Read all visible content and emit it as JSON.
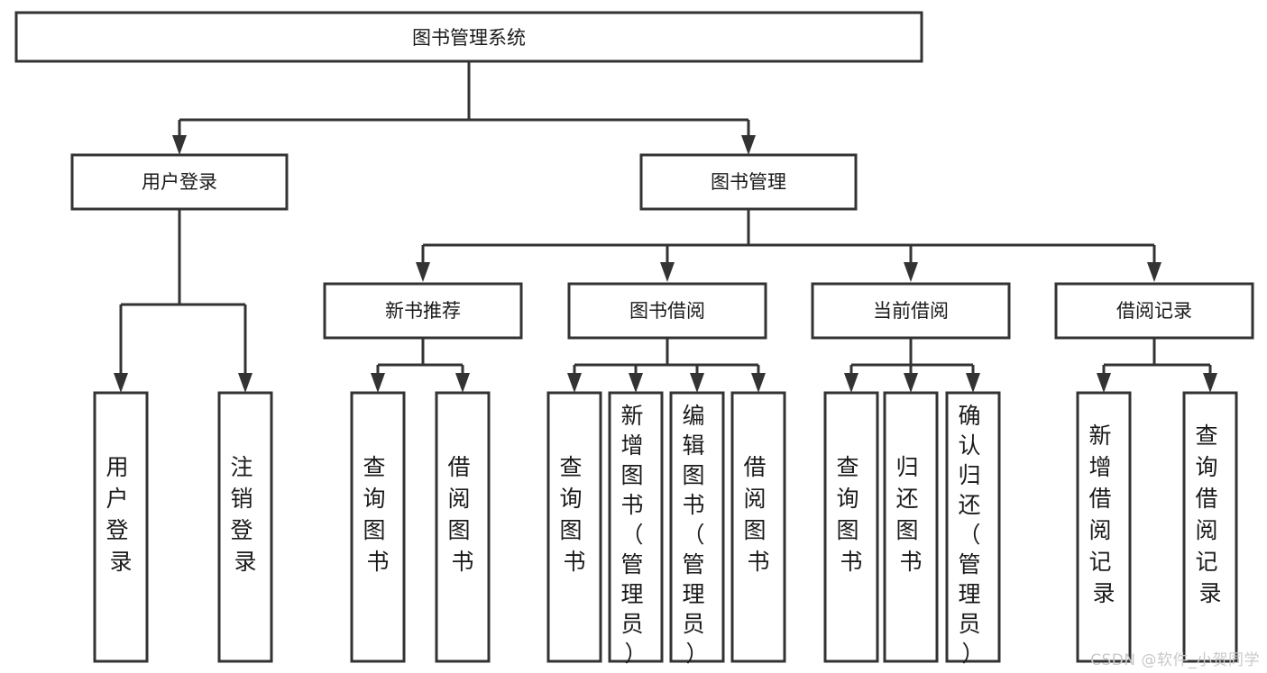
{
  "diagram": {
    "type": "tree-hierarchy",
    "title": "图书管理系统",
    "watermark": "CSDN @软件_小贺同学",
    "colors": {
      "box_stroke": "#333333",
      "box_fill": "#ffffff",
      "connector": "#333333",
      "text": "#1a1a1a",
      "background": "#ffffff",
      "watermark": "#c9c9c9"
    },
    "levels": {
      "root": {
        "label": "图书管理系统"
      },
      "level2": [
        {
          "label": "用户登录"
        },
        {
          "label": "图书管理"
        }
      ],
      "level3": [
        {
          "label": "新书推荐"
        },
        {
          "label": "图书借阅"
        },
        {
          "label": "当前借阅"
        },
        {
          "label": "借阅记录"
        }
      ]
    },
    "groups": [
      {
        "parent": "用户登录",
        "leaves": [
          {
            "label": "用户登录",
            "chars": [
              "用",
              "户",
              "登",
              "录"
            ]
          },
          {
            "label": "注销登录",
            "chars": [
              "注",
              "销",
              "登",
              "录"
            ]
          }
        ]
      },
      {
        "parent": "新书推荐",
        "leaves": [
          {
            "label": "查询图书",
            "chars": [
              "查",
              "询",
              "图",
              "书"
            ]
          },
          {
            "label": "借阅图书",
            "chars": [
              "借",
              "阅",
              "图",
              "书"
            ]
          }
        ]
      },
      {
        "parent": "图书借阅",
        "leaves": [
          {
            "label": "查询图书",
            "chars": [
              "查",
              "询",
              "图",
              "书"
            ]
          },
          {
            "label": "新增图书（管理员）",
            "chars": [
              "新",
              "增",
              "图",
              "书",
              "（",
              "管",
              "理",
              "员",
              "）"
            ]
          },
          {
            "label": "编辑图书（管理员）",
            "chars": [
              "编",
              "辑",
              "图",
              "书",
              "（",
              "管",
              "理",
              "员",
              "）"
            ]
          },
          {
            "label": "借阅图书",
            "chars": [
              "借",
              "阅",
              "图",
              "书"
            ]
          }
        ]
      },
      {
        "parent": "当前借阅",
        "leaves": [
          {
            "label": "查询图书",
            "chars": [
              "查",
              "询",
              "图",
              "书"
            ]
          },
          {
            "label": "归还图书",
            "chars": [
              "归",
              "还",
              "图",
              "书"
            ]
          },
          {
            "label": "确认归还（管理员）",
            "chars": [
              "确",
              "认",
              "归",
              "还",
              "（",
              "管",
              "理",
              "员",
              "）"
            ]
          }
        ]
      },
      {
        "parent": "借阅记录",
        "leaves": [
          {
            "label": "新增借阅记录",
            "chars": [
              "新",
              "增",
              "借",
              "阅",
              "记",
              "录"
            ]
          },
          {
            "label": "查询借阅记录",
            "chars": [
              "查",
              "询",
              "借",
              "阅",
              "记",
              "录"
            ]
          }
        ]
      }
    ]
  }
}
